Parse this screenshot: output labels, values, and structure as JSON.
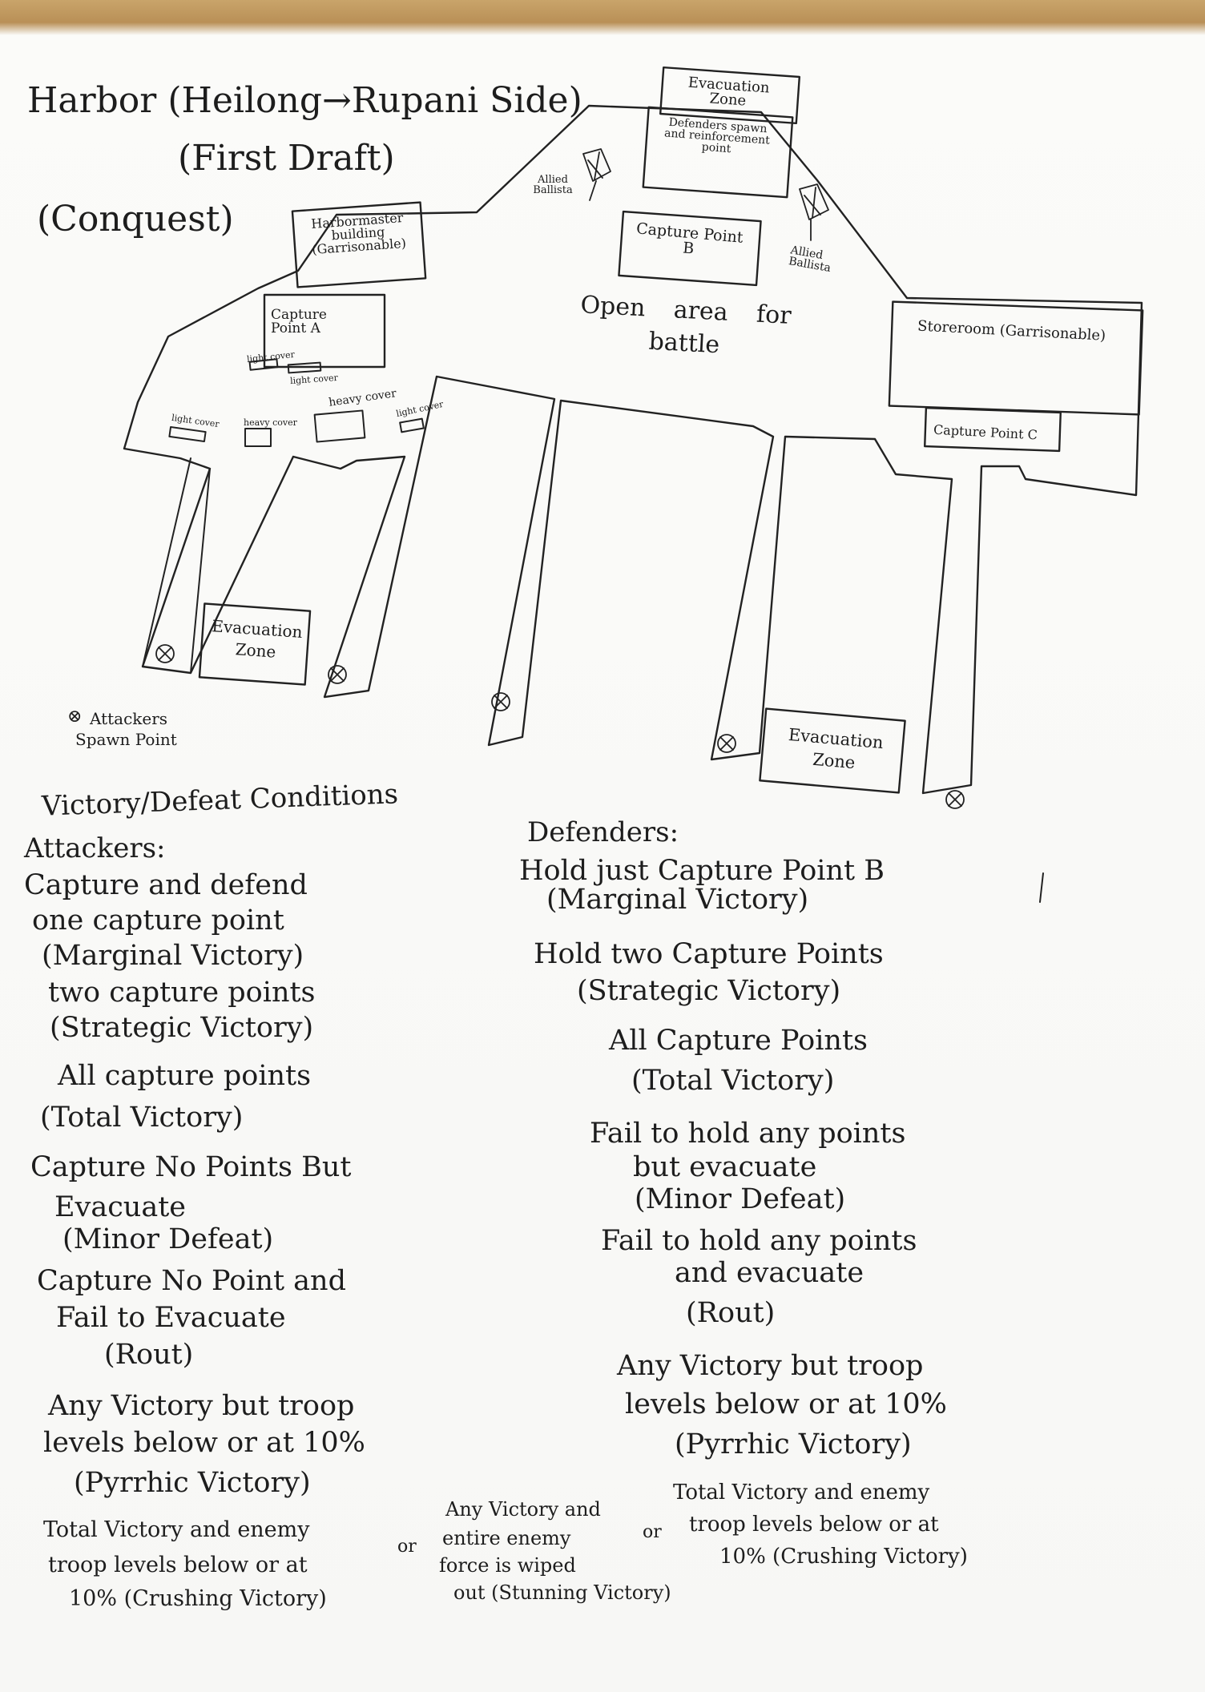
{
  "title": {
    "line1": "Harbor (Heilong→Rupani Side)",
    "line2": "(First Draft)",
    "line3": "(Conquest)"
  },
  "map": {
    "evacuation_zone_top": "Evacuation Zone",
    "defenders_spawn": "Defenders spawn and reinforcement point",
    "allied_ballista_left": "Allied Ballista",
    "allied_ballista_right": "Allied Ballista",
    "harbormaster": "Harbormaster building (Garrisonable)",
    "capture_point_a": "Capture Point A",
    "capture_point_b": "Capture Point B",
    "capture_point_c": "Capture Point C",
    "open_area": "Open area for battle",
    "storeroom": "Storeroom (Garrisonable)",
    "evacuation_zone_left": "Evacuation Zone",
    "evacuation_zone_right": "Evacuation Zone",
    "cover_labels": [
      "light cover",
      "light cover",
      "light cover",
      "heavy cover",
      "heavy cover",
      "light cover"
    ]
  },
  "legend": {
    "symbol": "⊗",
    "text": "Attackers Spawn Point"
  },
  "conditions": {
    "heading": "Victory/Defeat Conditions",
    "attackers": {
      "heading": "Attackers:",
      "lines": [
        "Capture and defend",
        "one capture point",
        "(Marginal Victory)",
        "two capture points",
        "(Strategic Victory)",
        "All capture points",
        "(Total Victory)",
        "Capture No Points But",
        "Evacuate",
        "(Minor Defeat)",
        "Capture No Point and",
        "Fail to Evacuate",
        "(Rout)",
        "Any Victory but troop",
        "levels below or at 10%",
        "(Pyrrhic Victory)"
      ],
      "crushing": [
        "Total Victory and enemy",
        "troop levels below or at",
        "10% (Crushing Victory)"
      ],
      "or": "or"
    },
    "defenders": {
      "heading": "Defenders:",
      "lines": [
        "Hold just Capture Point B",
        "(Marginal Victory)",
        "Hold two Capture Points",
        "(Strategic Victory)",
        "All Capture Points",
        "(Total Victory)",
        "Fail to hold any points",
        "but evacuate",
        "(Minor Defeat)",
        "Fail to hold any points",
        "and evacuate",
        "(Rout)",
        "Any Victory but troop",
        "levels below or at 10%",
        "(Pyrrhic Victory)"
      ],
      "crushing": [
        "Total Victory and enemy",
        "troop levels below or at",
        "10% (Crushing Victory)"
      ],
      "or": "or"
    },
    "stunning": [
      "Any Victory and",
      "entire enemy",
      "force is wiped",
      "out (Stunning Victory)"
    ]
  }
}
